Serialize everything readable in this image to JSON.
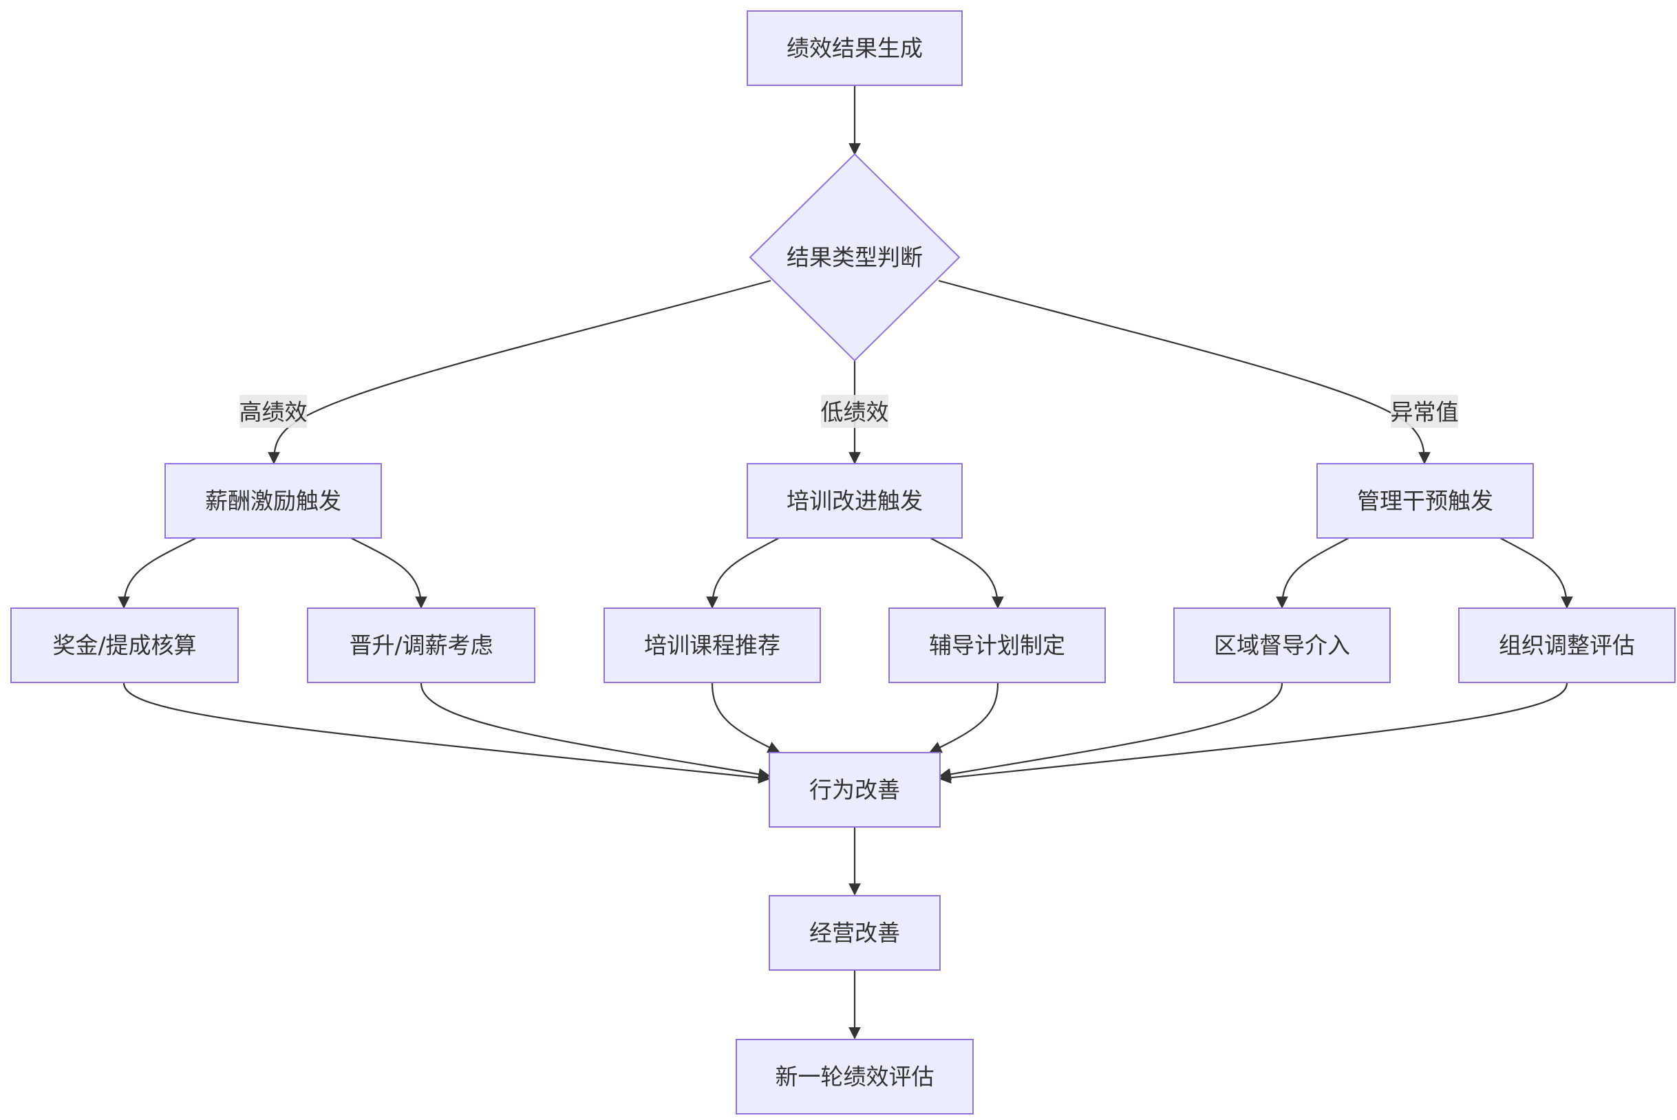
{
  "diagram": {
    "nodes": {
      "result_gen": "绩效结果生成",
      "type_judge": "结果类型判断",
      "salary_trigger": "薪酬激励触发",
      "training_trigger": "培训改进触发",
      "mgmt_trigger": "管理干预触发",
      "bonus_calc": "奖金/提成核算",
      "promotion": "晋升/调薪考虑",
      "course_recommend": "培训课程推荐",
      "coaching_plan": "辅导计划制定",
      "regional_supervision": "区域督导介入",
      "org_adjust": "组织调整评估",
      "behavior_improve": "行为改善",
      "business_improve": "经营改善",
      "new_round": "新一轮绩效评估"
    },
    "edge_labels": {
      "high": "高绩效",
      "low": "低绩效",
      "abnormal": "异常值"
    }
  },
  "colors": {
    "node_fill": "#ececff",
    "node_stroke": "#9370db",
    "edge": "#333333",
    "label_bg": "#e8e8e8"
  }
}
